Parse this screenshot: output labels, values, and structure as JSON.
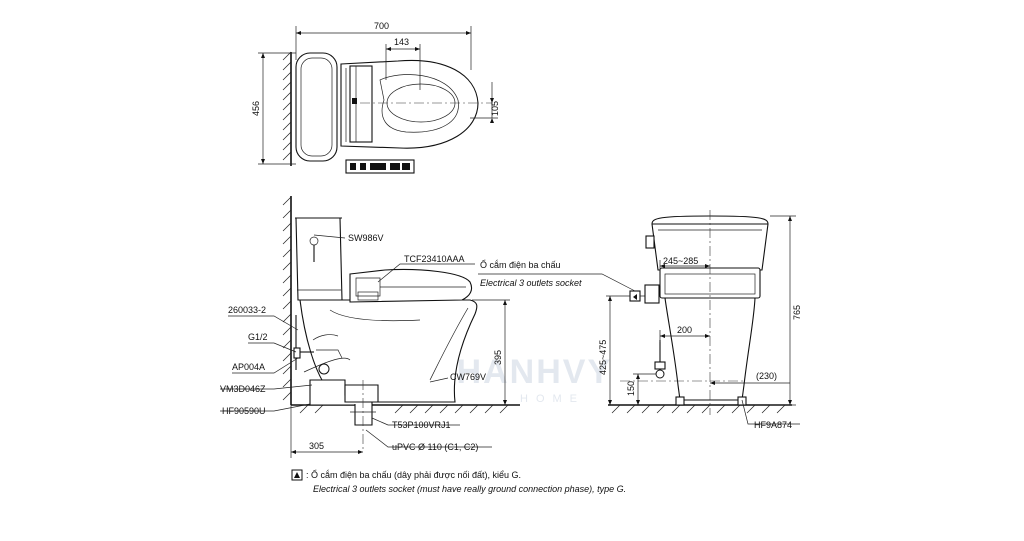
{
  "watermark": {
    "brand": "KHANHVY",
    "sub": "HOME"
  },
  "top_view": {
    "dim_width": "700",
    "dim_seat": "143",
    "dim_depth": "456",
    "dim_offset": "105"
  },
  "side_view": {
    "parts": {
      "tank": "SW986V",
      "seat": "TCF23410AAA",
      "hose": "260033-2",
      "inlet": "G1/2",
      "valve": "AP004A",
      "flange": "VM3D046Z",
      "fixing": "HF90590U",
      "bowl": "CW769V",
      "trap": "T53P100VRJ1",
      "pipe": "uPVC Ø 110 (C1, C2)"
    },
    "dim_height": "395",
    "dim_rough": "305"
  },
  "front_view": {
    "socket_vi": "Ổ cắm điện ba chấu",
    "socket_en": "Electrical 3 outlets socket",
    "dim_range": "245~285",
    "dim_200": "200",
    "dim_425": "425~475",
    "dim_150": "150",
    "dim_230": "(230)",
    "dim_765": "765",
    "bolt": "HF9A874"
  },
  "note": {
    "vi": ": Ổ cắm điện ba chấu (dây phải được nối đất), kiểu G.",
    "en": "Electrical 3 outlets socket (must have really ground connection phase), type G."
  }
}
